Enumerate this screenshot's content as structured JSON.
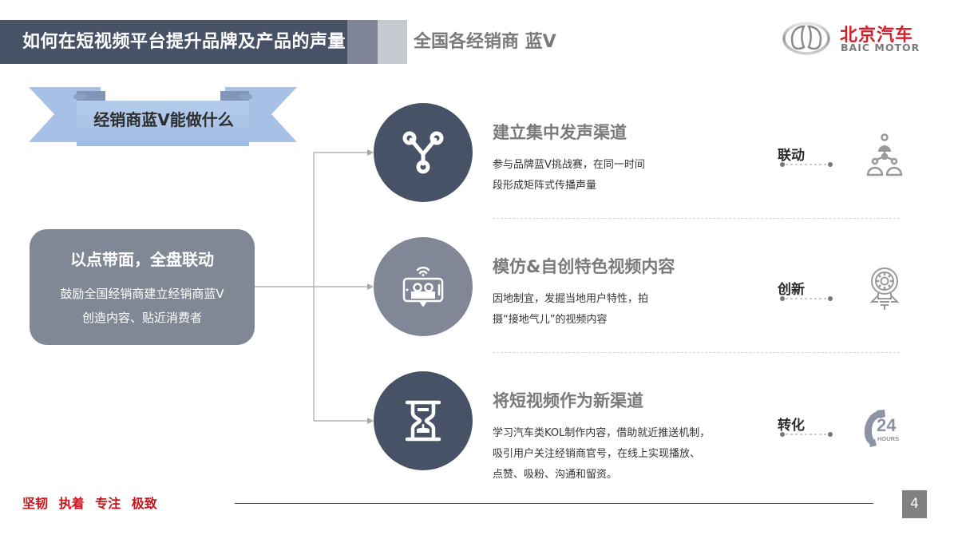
{
  "header": {
    "title": "如何在短视频平台提升品牌及产品的声量",
    "subtitle": "全国各经销商 蓝V",
    "colors": {
      "dark": "#475266",
      "mid": "#7f8596",
      "light": "#c6c9d0"
    }
  },
  "logo": {
    "cn": "北京汽车",
    "en": "BAIC MOTOR",
    "brand_color": "#d2202b"
  },
  "ribbon": {
    "label": "经销商蓝V能做什么",
    "color": "#a9c3e6"
  },
  "left_box": {
    "title": "以点带面，全盘联动",
    "line1": "鼓励全国经销商建立经销商蓝V",
    "line2": "创造内容、贴近消费者"
  },
  "items": [
    {
      "icon": "branch-network-icon",
      "title": "建立集中发声渠道",
      "desc_lines": [
        "参与品牌蓝V挑战赛，在同一时间",
        "段形成矩阵式传播声量"
      ],
      "tag": "联动",
      "tag_icon": "people-hierarchy-icon"
    },
    {
      "icon": "video-phone-icon",
      "title": "模仿&自创特色视频内容",
      "desc_lines": [
        "因地制宜，发掘当地用户特性，拍",
        "摄“接地气儿”的视频内容"
      ],
      "tag": "创新",
      "tag_icon": "gear-lightbulb-icon"
    },
    {
      "icon": "hourglass-icon",
      "title": "将短视频作为新渠道",
      "desc_lines": [
        "学习汽车类KOL制作内容，借助就近推送机制，",
        "吸引用户关注经销商官号，在线上实现播放、",
        "点赞、吸粉、沟通和留资。"
      ],
      "tag": "转化",
      "tag_icon": "phone-24-hours-icon",
      "tag_icon_text": {
        "num": "24",
        "label": "HOURS"
      }
    }
  ],
  "footer": {
    "slogan": "坚韧 执着 专注 极致",
    "page_number": "4",
    "slogan_color": "#c8161d"
  }
}
